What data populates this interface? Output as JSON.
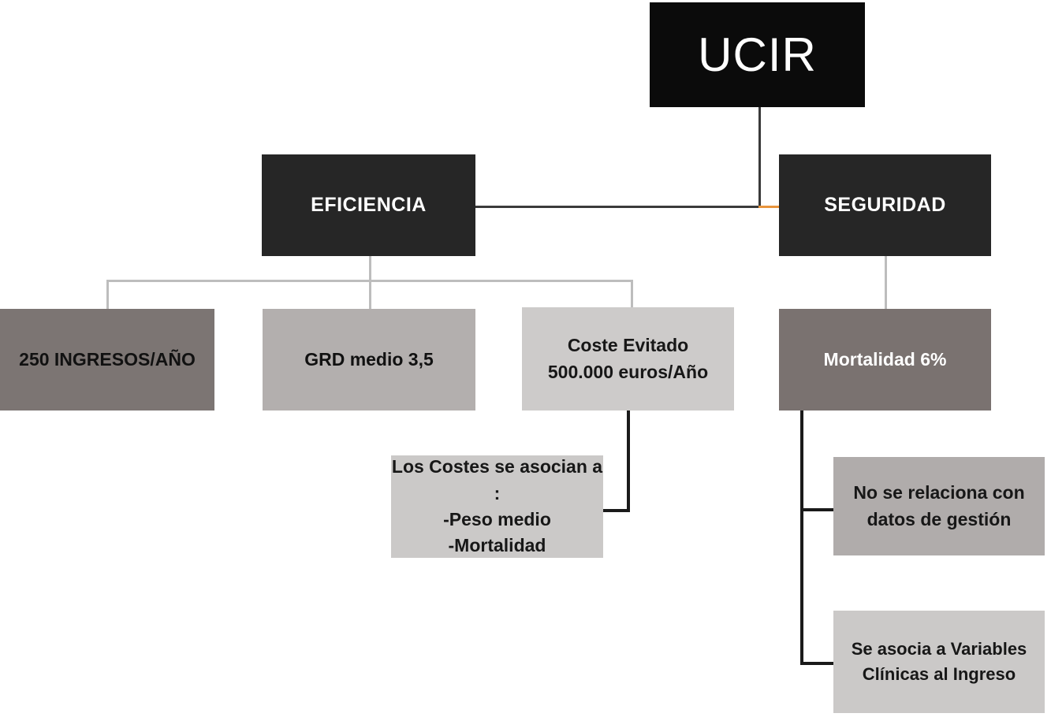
{
  "diagram": {
    "title": "UCIR",
    "language": "es",
    "nodes": {
      "root": {
        "label": "UCIR",
        "color": "#0b0b0b",
        "text_color": "#ffffff"
      },
      "eficiencia": {
        "label": "EFICIENCIA",
        "color": "#262626",
        "text_color": "#ffffff"
      },
      "seguridad": {
        "label": "SEGURIDAD",
        "color": "#262626",
        "text_color": "#ffffff"
      },
      "ingresos": {
        "label": "250 INGRESOS/AÑO",
        "color": "#7c7573",
        "text_color": "#111111"
      },
      "grd": {
        "label": "GRD medio 3,5",
        "color": "#b3afae",
        "text_color": "#111111"
      },
      "coste_evitado": {
        "label": "Coste Evitado\n500.000 euros/Año",
        "color": "#cdcbca",
        "text_color": "#171717"
      },
      "mortalidad": {
        "label": "Mortalidad 6%",
        "color": "#7a7270",
        "text_color": "#ffffff"
      },
      "costes_asociados": {
        "label": "Los Costes se asocian a :\n-Peso medio\n-Mortalidad",
        "color": "#cbc9c8",
        "text_color": "#171717"
      },
      "no_relaciona": {
        "label": "No se relaciona con\ndatos de gestión",
        "color": "#b0acab",
        "text_color": "#171717"
      },
      "variables_clinicas": {
        "label": "Se asocia a Variables\nClínicas al Ingreso",
        "color": "#cbc9c8",
        "text_color": "#171717"
      }
    },
    "connector_colors": {
      "main": "#3a3a3a",
      "branch": "#bdbdbd",
      "detail": "#1a1a1a",
      "accent": "#e8943c"
    }
  }
}
